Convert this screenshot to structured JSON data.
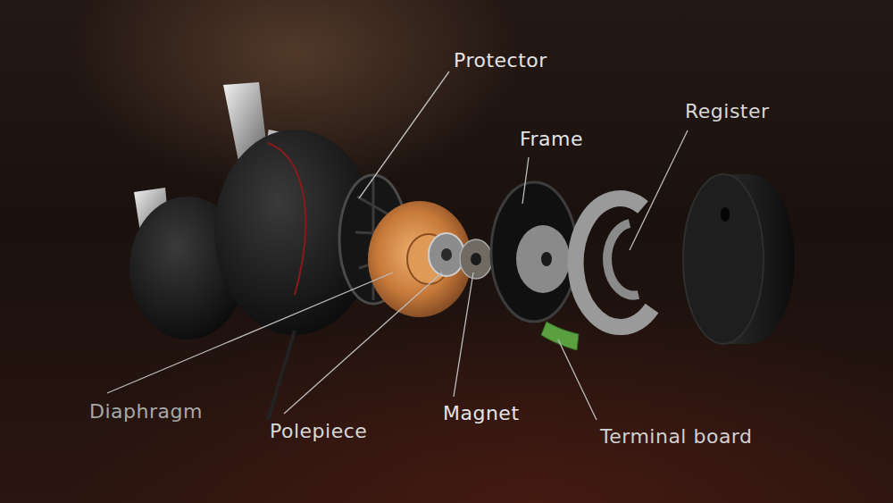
{
  "diagram": {
    "labels": [
      "Protector",
      "Frame",
      "Register",
      "Diaphragm",
      "Polepiece",
      "Magnet",
      "Terminal board"
    ]
  }
}
